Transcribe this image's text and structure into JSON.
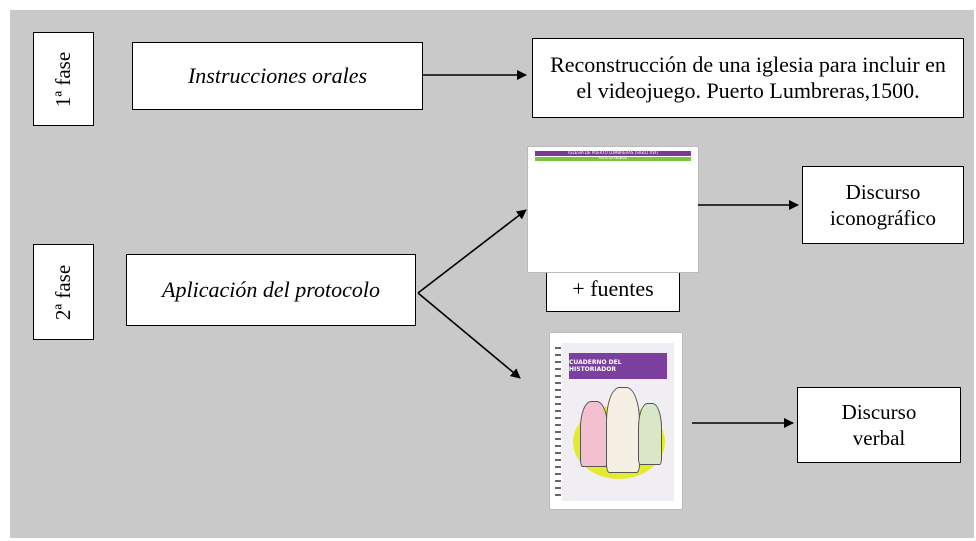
{
  "phases": {
    "first": "1ª fase",
    "second": "2ª fase"
  },
  "boxes": {
    "instrucciones": "Instrucciones orales",
    "reconstruccion": "Reconstrucción de una iglesia para incluir en el videojuego. Puerto Lumbreras,1500.",
    "aplicacion": "Aplicación del protocolo",
    "fuentes": "+ fuentes",
    "discurso_iconografico": "Discurso iconográfico",
    "discurso_verbal": "Discurso verbal"
  },
  "thumbnails": {
    "protocol_sheet_title": "IGLESIA DE PUERTO LUMBRERAS (SIGLO XVI)",
    "protocol_sheet_subtitle": "FICHA DE TRABAJO",
    "notebook_title": "CUADERNO DEL HISTORIADOR"
  },
  "colors": {
    "background": "#c9c9c9",
    "purple": "#7b3fa0",
    "green": "#7dc242",
    "yellow": "#e4ea2e"
  }
}
